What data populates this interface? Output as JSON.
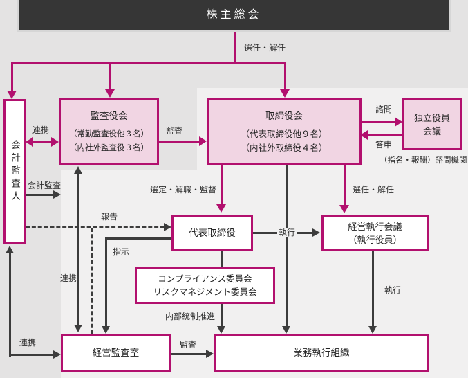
{
  "title_bar": {
    "label": "株主総会"
  },
  "colors": {
    "outer_background": "#e4e3e3",
    "panel_background": "#f1f0f0",
    "header_bar": "#363636",
    "magenta_accent": "#b2106e",
    "pink_fill": "#f1d5e3",
    "dark_line": "#3c3c3c"
  },
  "nodes": {
    "accounting_auditor": {
      "label": "会計監査人"
    },
    "audit_board": {
      "title": "監査役会",
      "line2": "（常勤監査役他３名）",
      "line3": "（内社外監査役３名）"
    },
    "board_of_directors": {
      "title": "取締役会",
      "line2": "（代表取締役他９名）",
      "line3": "（内社外取締役４名）"
    },
    "independent_officers": {
      "line1": "独立役員",
      "line2": "会議",
      "caption": "（指名・報酬）諮問機関"
    },
    "representative_director": {
      "label": "代表取締役"
    },
    "management_execution": {
      "line1": "経営執行会議",
      "line2": "（執行役員）"
    },
    "committees": {
      "line1": "コンプライアンス委員会",
      "line2": "リスクマネジメント委員会"
    },
    "management_audit_office": {
      "label": "経営監査室"
    },
    "business_execution": {
      "label": "業務執行組織"
    }
  },
  "edge_labels": {
    "appoint_dismiss_top": "選任・解任",
    "cooperation_top": "連携",
    "audit_top": "監査",
    "consultation": "諮問",
    "report_back": "答申",
    "accounting_audit": "会計監査",
    "select_remove_supervise": "選定・解職・監督",
    "appoint_dismiss_right": "選任・解任",
    "report": "報告",
    "instruction": "指示",
    "execution_mid": "執行",
    "execution_right": "執行",
    "cooperation_mid": "連携",
    "cooperation_bottom": "連携",
    "internal_control_promotion": "内部統制推進",
    "audit_bottom": "監査"
  }
}
